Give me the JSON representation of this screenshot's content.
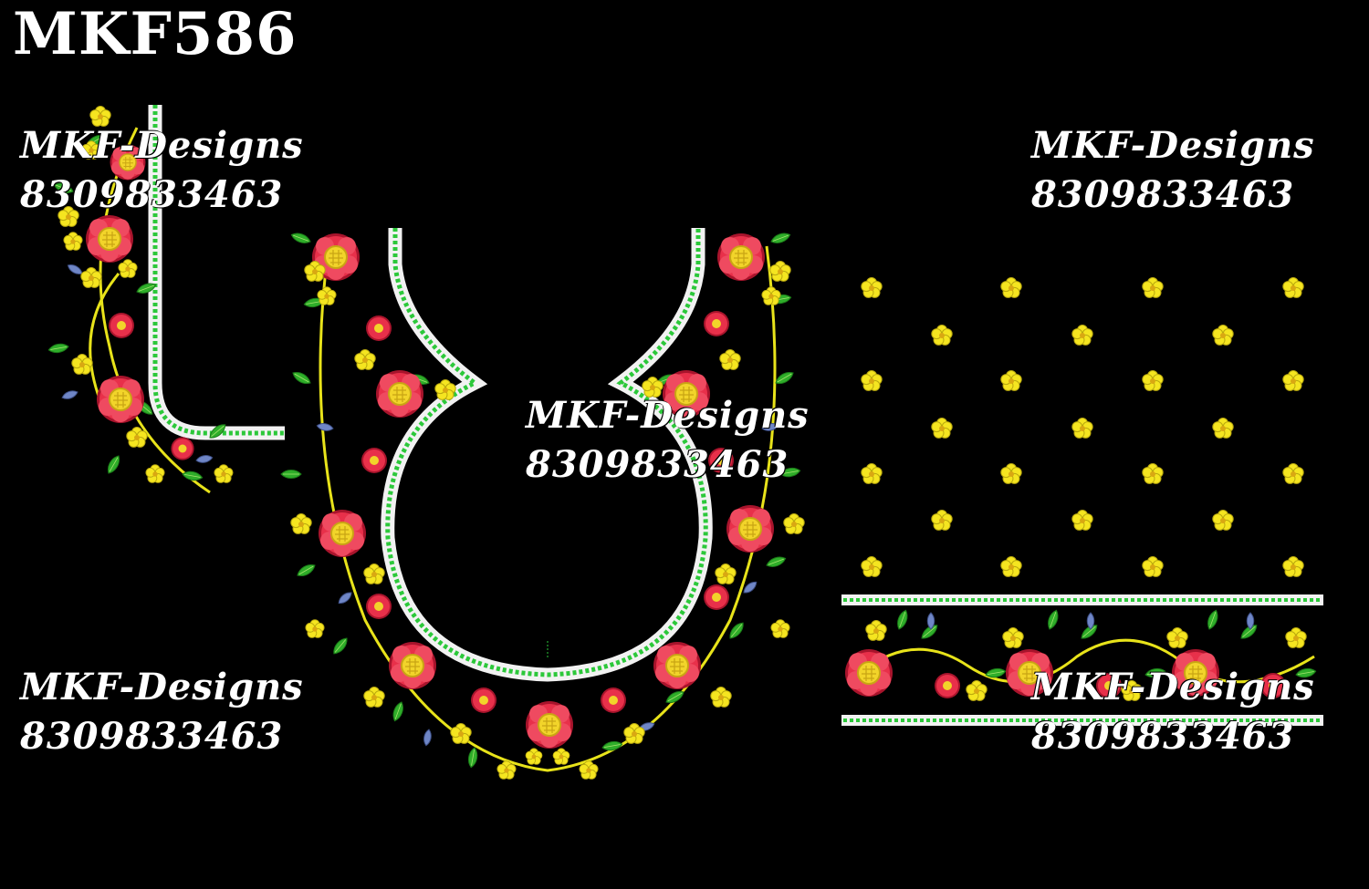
{
  "design_code": "MKF586",
  "watermarks": [
    {
      "id": "top-left",
      "name": "MKF-Designs",
      "phone": "8309833463"
    },
    {
      "id": "top-right",
      "name": "MKF-Designs",
      "phone": "8309833463"
    },
    {
      "id": "center",
      "name": "MKF-Designs",
      "phone": "8309833463"
    },
    {
      "id": "bottom-left",
      "name": "MKF-Designs",
      "phone": "8309833463"
    },
    {
      "id": "bottom-right",
      "name": "MKF-Designs",
      "phone": "8309833463"
    }
  ],
  "palette": {
    "background": "#000000",
    "rose": "#e8304a",
    "rose_center": "#f2d42a",
    "petal_yellow": "#f5e520",
    "leaf": "#2fae2a",
    "leaf_blue": "#6f86c6",
    "stem": "#e8e31a",
    "border_white": "#f2f2f2",
    "border_green": "#2cc83a"
  },
  "components": {
    "sleeve_panel": "sleeve-embroidery-panel",
    "neck_panel": "neck-embroidery-panel",
    "buti_panel": "yellow-buti-motif-grid",
    "border_panel": "floral-border-strip"
  }
}
